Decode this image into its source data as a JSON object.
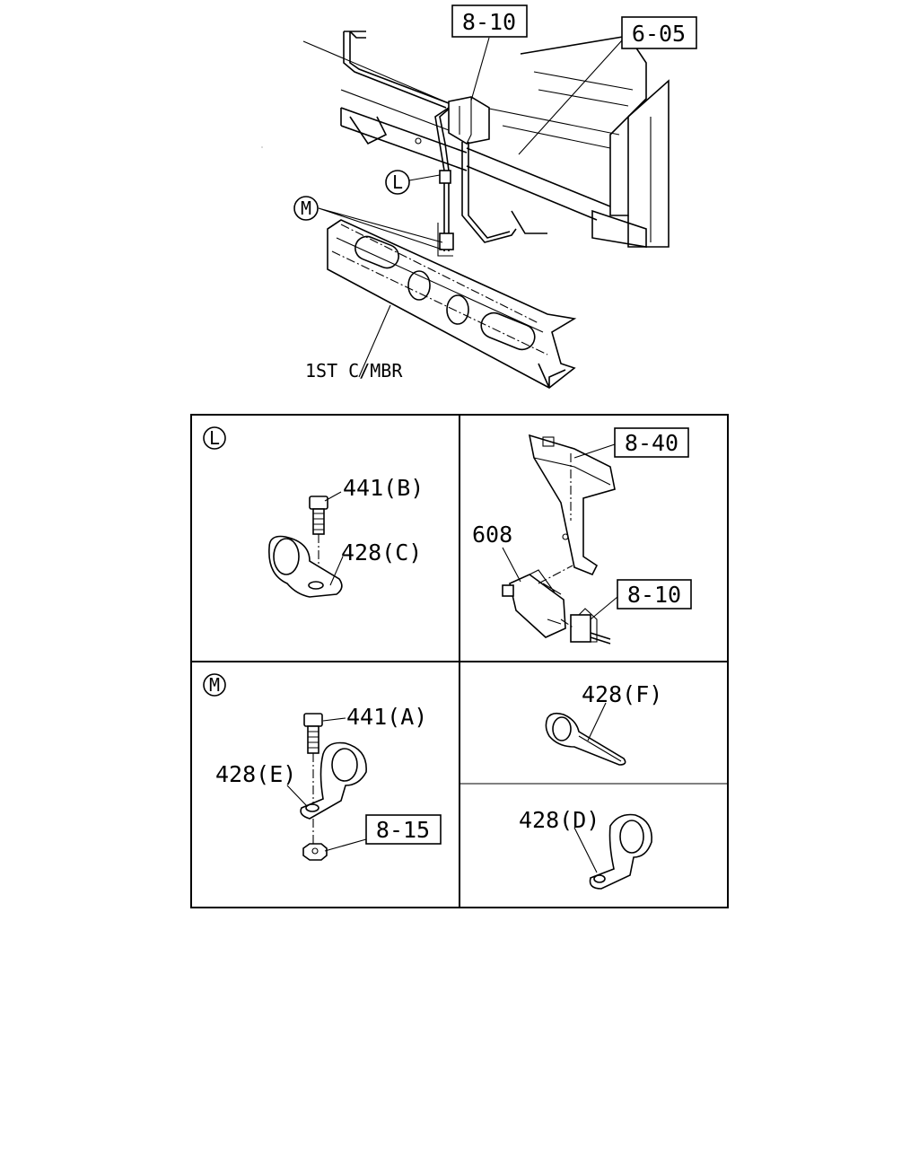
{
  "main_view": {
    "callouts": {
      "ref_810": "8-10",
      "ref_605": "6-05",
      "mark_l": "L",
      "mark_m": "M",
      "member_label": "1ST C/MBR"
    }
  },
  "detail_l": {
    "mark": "L",
    "bolt": "441(B)",
    "clip": "428(C)"
  },
  "detail_switch": {
    "ref_840": "8-40",
    "part": "608",
    "ref_810": "8-10"
  },
  "detail_m": {
    "mark": "M",
    "bolt": "441(A)",
    "clip": "428(E)",
    "ref_815": "8-15"
  },
  "detail_f": {
    "clip": "428(F)"
  },
  "detail_d": {
    "clip": "428(D)"
  }
}
